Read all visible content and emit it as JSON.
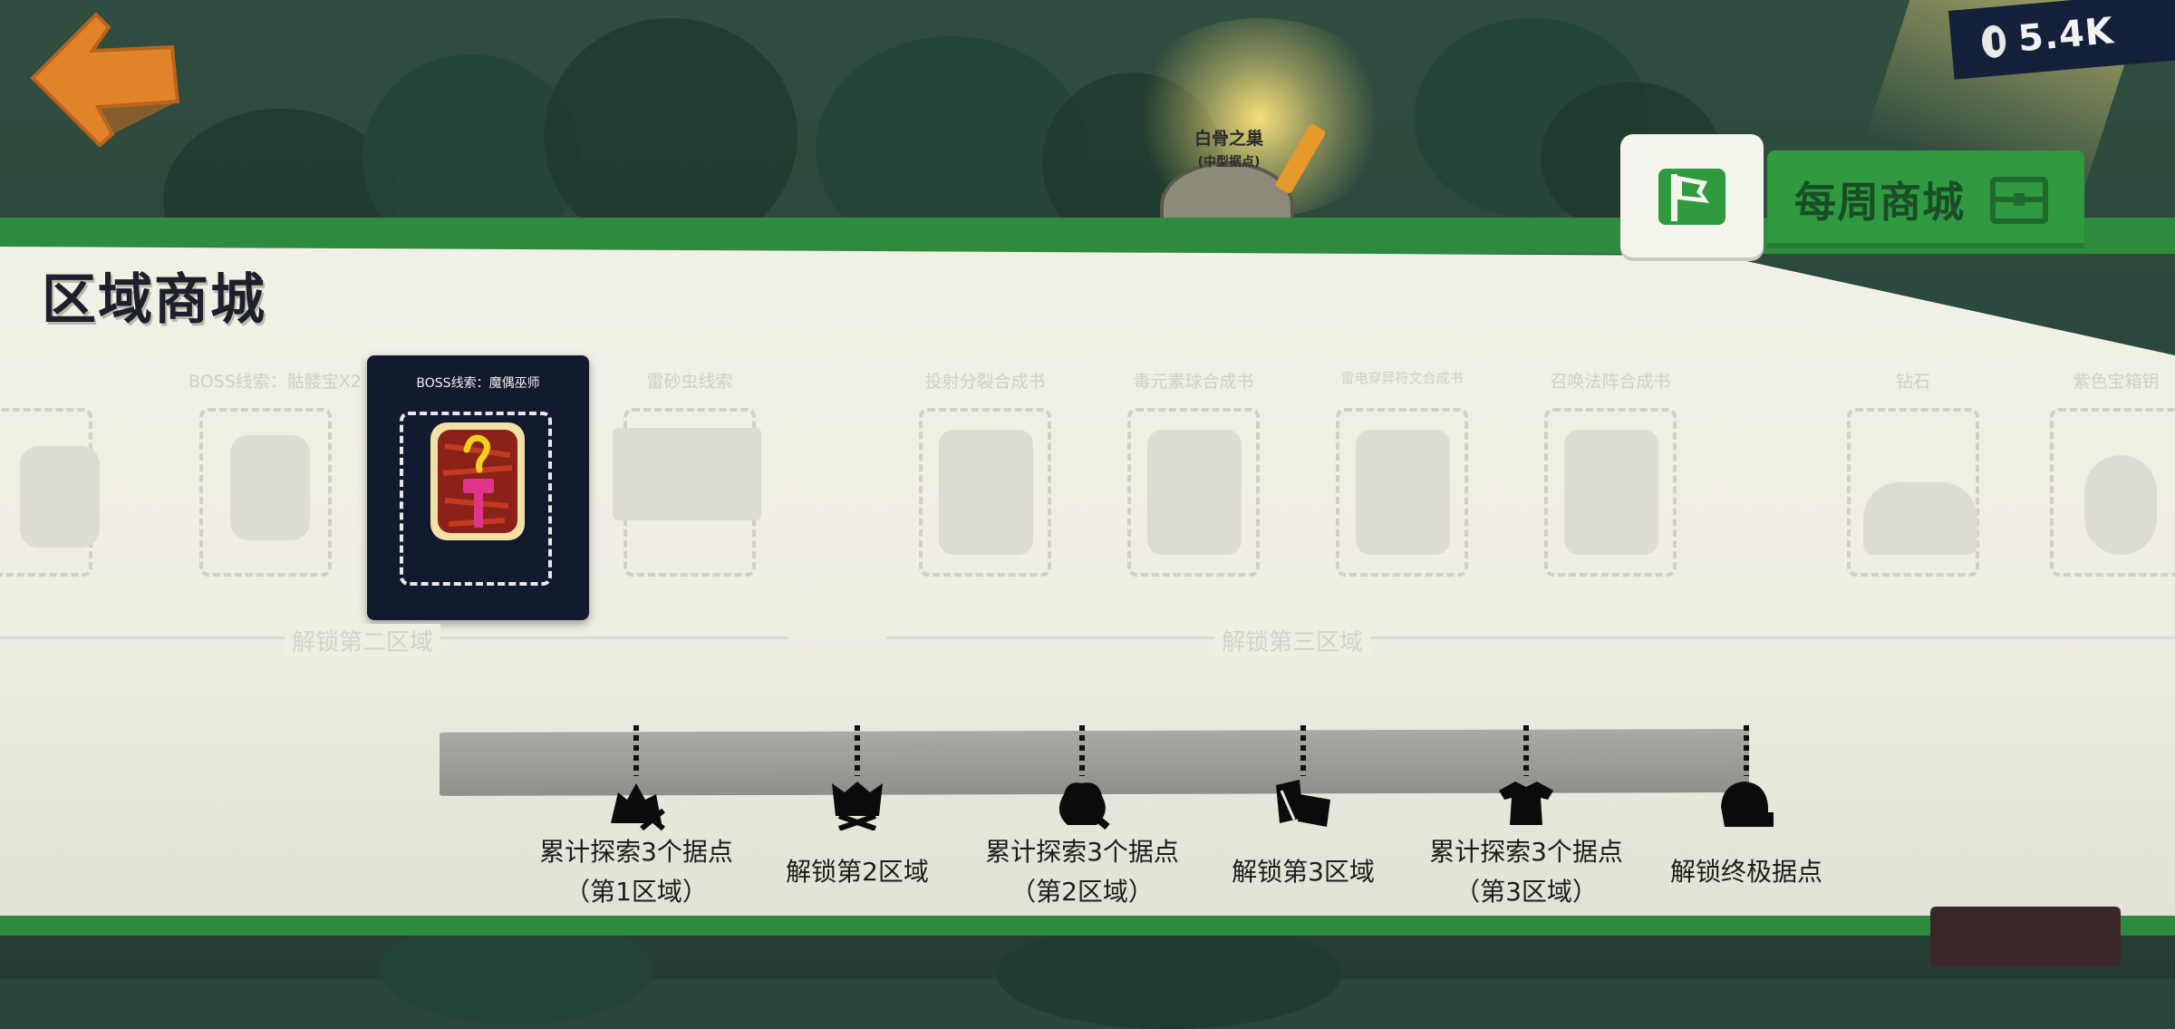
{
  "currency": {
    "icon": "seed-icon",
    "amount": "5.4K"
  },
  "background": {
    "node_title": "白骨之巢",
    "node_subtitle": "(中型据点)"
  },
  "tabs": [
    {
      "id": "region",
      "icon": "flag-icon",
      "active": true
    },
    {
      "id": "weekly",
      "label": "每周商城",
      "icon": "chest-icon"
    }
  ],
  "panel": {
    "title": "区域商城"
  },
  "shop": {
    "items": [
      {
        "name": "",
        "locked": true
      },
      {
        "name": "BOSS线索：骷髅宝X2",
        "locked": true
      },
      {
        "name": "BOSS线索：魔偶巫师",
        "locked": false
      },
      {
        "name": "雷砂虫线索",
        "locked": true
      },
      {
        "name": "投射分裂合成书",
        "locked": true
      },
      {
        "name": "毒元素球合成书",
        "locked": true
      },
      {
        "name": "雷电穿异符文合成书",
        "locked": true
      },
      {
        "name": "召唤法阵合成书",
        "locked": true
      },
      {
        "name": "钻石",
        "locked": true
      },
      {
        "name": "紫色宝箱钥",
        "locked": true
      }
    ],
    "groups": [
      {
        "label": "解锁第二区域"
      },
      {
        "label": "解锁第三区域"
      }
    ]
  },
  "milestones": [
    {
      "label": "累计探索3个据点（第1区域）",
      "icon": "camp-icon"
    },
    {
      "label": "解锁第2区域",
      "icon": "fort-icon"
    },
    {
      "label": "累计探索3个据点（第2区域）",
      "icon": "bag-icon"
    },
    {
      "label": "解锁第3区域",
      "icon": "book-icon"
    },
    {
      "label": "累计探索3个据点（第3区域）",
      "icon": "armor-icon"
    },
    {
      "label": "解锁终极据点",
      "icon": "hut-icon"
    }
  ],
  "colors": {
    "accent_green": "#2e8a3c",
    "panel": "#efeee3",
    "active_card": "#121a30",
    "back_button": "#e0832b"
  }
}
